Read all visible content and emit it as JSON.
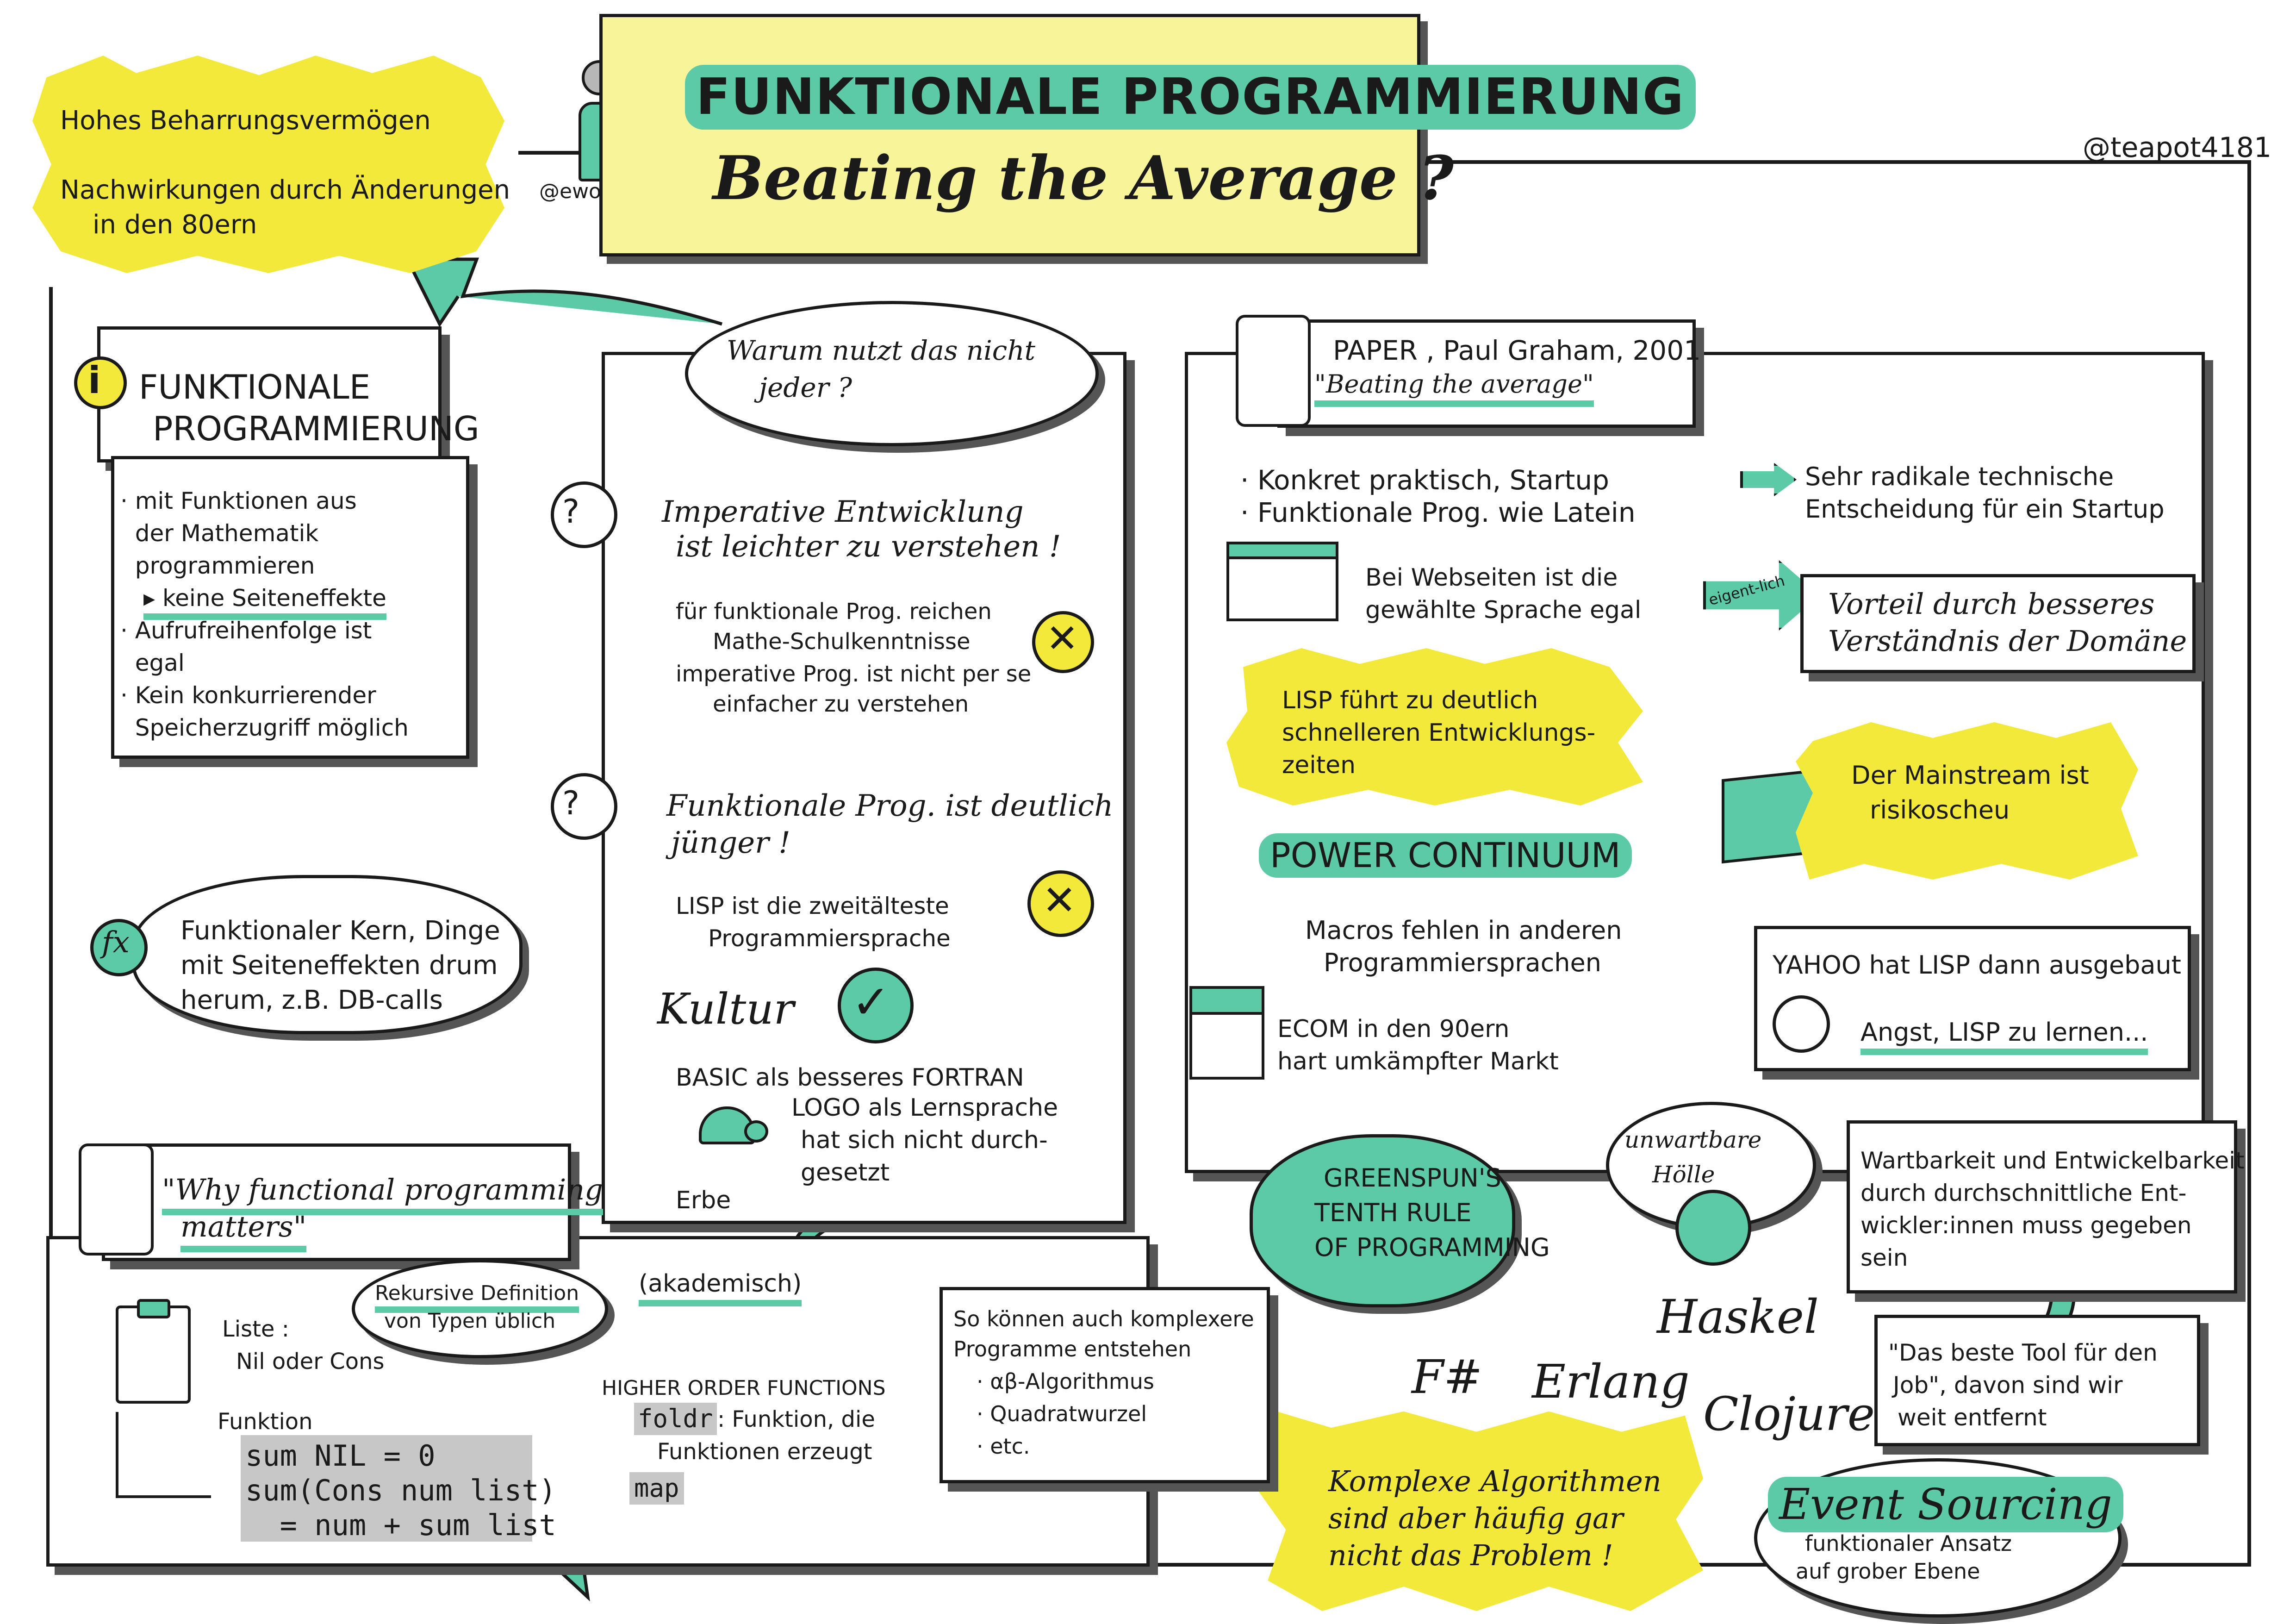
{
  "header": {
    "title": "FUNKTIONALE PROGRAMMIERUNG",
    "subtitle": "Beating the Average ?",
    "speaker": "@ewolff",
    "author": "@teapot4181"
  },
  "top_left_star": {
    "line1": "Hohes Beharrungsvermögen",
    "line2": "Nachwirkungen durch Änderungen",
    "line3": "in den 80ern"
  },
  "fp_box": {
    "title1": "FUNKTIONALE",
    "title2": "PROGRAMMIERUNG",
    "items": [
      "· mit Funktionen aus",
      "  der Mathematik",
      "  programmieren",
      "▸ keine Seiteneffekte",
      "· Aufrufreihenfolge ist",
      "  egal",
      "· Kein konkurrierender",
      "  Speicherzugriff möglich"
    ]
  },
  "core_cloud": {
    "line1": "Funktionaler Kern, Dinge",
    "line2": "mit Seiteneffekten drum",
    "line3": "herum, z.B. DB-calls"
  },
  "why_bubble": {
    "line1": "Warum nutzt das nicht",
    "line2": "jeder ?"
  },
  "middle_box": {
    "claim1_line1": "Imperative Entwicklung",
    "claim1_line2": "ist leichter zu verstehen !",
    "c1_item1a": "für funktionale Prog. reichen",
    "c1_item1b": "Mathe-Schulkenntnisse",
    "c1_item2a": "imperative Prog. ist nicht per se",
    "c1_item2b": "einfacher zu verstehen",
    "claim2_line1": "Funktionale Prog. ist deutlich",
    "claim2_line2": "jünger !",
    "c2_item1a": "LISP ist die zweitälteste",
    "c2_item1b": "Programmiersprache",
    "culture": "Kultur",
    "k_item1": "BASIC als besseres FORTRAN",
    "k_item2a": "LOGO als Lernsprache",
    "k_item2b": "hat sich nicht durch-",
    "k_item2c": "gesetzt",
    "k_item3": "Erbe"
  },
  "paper": {
    "line1": "PAPER , Paul Graham, 2001",
    "line2": "\"Beating the average\"",
    "b1": "· Konkret praktisch, Startup",
    "b2": "· Funktionale Prog. wie Latein",
    "web1": "Bei Webseiten ist die",
    "web2": "gewählte Sprache egal",
    "lisp1": "LISP führt zu deutlich",
    "lisp2": "schnelleren Entwicklungs-",
    "lisp3": "zeiten",
    "power": "POWER CONTINUUM",
    "macros1": "Macros fehlen in anderen",
    "macros2": "Programmiersprachen",
    "ecom1": "ECOM in den 90ern",
    "ecom2": "hart umkämpfter Markt",
    "radical1": "Sehr radikale technische",
    "radical2": "Entscheidung für ein Startup",
    "eigentlich": "eigent-lich",
    "vorteil1": "Vorteil durch besseres",
    "vorteil2": "Verständnis der Domäne",
    "mainstream1": "Der Mainstream ist",
    "mainstream2": "risikoscheu",
    "yahoo1": "YAHOO hat LISP dann ausgebaut",
    "yahoo2": "Angst, LISP zu lernen..."
  },
  "hell_cloud": {
    "line1": "unwartbare",
    "line2": "Hölle"
  },
  "greenspun": {
    "line1": "GREENSPUN'S",
    "line2": "TENTH RULE",
    "line3": "OF PROGRAMMING"
  },
  "maintain_box": {
    "line1": "Wartbarkeit und Entwickelbarkeit",
    "line2": "durch durchschnittliche Ent-",
    "line3": "wickler:innen muss gegeben",
    "line4": "sein"
  },
  "tool_box": {
    "line1": "\"Das beste Tool für den",
    "line2": "Job\", davon sind wir",
    "line3": "weit entfernt"
  },
  "languages": {
    "haskel": "Haskel",
    "fsharp": "F#",
    "erlang": "Erlang",
    "clojure": "Clojure"
  },
  "event_sourcing": {
    "title": "Event Sourcing",
    "line1": "funktionaler Ansatz",
    "line2": "auf grober Ebene"
  },
  "complex_star": {
    "line1": "Komplexe Algorithmen",
    "line2": "sind aber häufig gar",
    "line3": "nicht das Problem !"
  },
  "bottom_box": {
    "why_title1": "\"Why functional programming",
    "why_title2": "matters\"",
    "rec1": "Rekursive Definition",
    "rec2": "von Typen üblich",
    "liste1": "Liste :",
    "liste2": "Nil oder Cons",
    "funktion": "Funktion",
    "code1": "sum NIL = 0",
    "code2": "sum(Cons num list)",
    "code3": "  = num + sum list",
    "akademisch": "(akademisch)",
    "hof_title": "HIGHER ORDER FUNCTIONS",
    "foldr": "foldr",
    "foldr_desc1": ": Funktion, die",
    "foldr_desc2": "Funktionen erzeugt",
    "map": "map",
    "complex1": "So können auch komplexere",
    "complex2": "Programme entstehen",
    "complex3": "· αβ-Algorithmus",
    "complex4": "· Quadratwurzel",
    "complex5": "· etc."
  },
  "colors": {
    "mint": "#5ccaa6",
    "yellow": "#f2e93a",
    "ink": "#1a1a1a",
    "shadow": "#555555"
  }
}
